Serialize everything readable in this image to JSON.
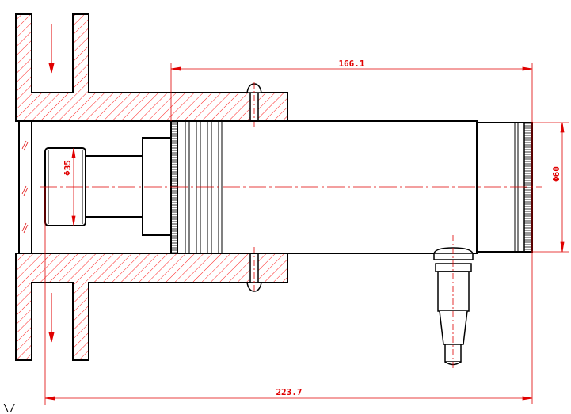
{
  "drawing": {
    "dimensions": {
      "tube_length": "166.1",
      "overall_length": "223.7",
      "outer_diameter": "Φ60",
      "inner_diameter": "Φ35"
    },
    "colors": {
      "outline": "#000000",
      "annotation": "#e00000",
      "hatch": "#ff2020"
    }
  },
  "corner_mark": "\\/"
}
